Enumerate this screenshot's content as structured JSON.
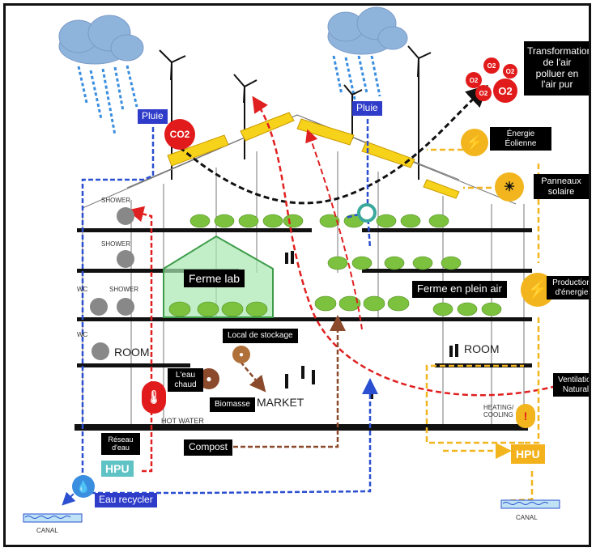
{
  "labels": {
    "transformation": "Transformation de l'air polluer en l'air pur",
    "co2": "CO2",
    "o2": "O2",
    "pluie_left": "Pluie",
    "pluie_right": "Pluie",
    "energie_eolienne": "Énergie Éolienne",
    "panneaux_solaire": "Panneaux solaire",
    "production_energie": "Production d'énergie",
    "ventilation": "Ventilation Natural",
    "ferme_lab": "Ferme lab",
    "ferme_plein_air": "Ferme en plein air",
    "local_stockage": "Local de stockage",
    "eau_chaud": "L'eau chaud",
    "biomasse": "Biomasse",
    "market": "MARKET",
    "compost": "Compost",
    "hot_water": "HOT WATER",
    "reseau_eau": "Réseau d'eau",
    "hpu_left": "HPU",
    "hpu_right": "HPU",
    "eau_recycler": "Eau recycler",
    "canal_left": "CANAL",
    "canal_right": "CANAL",
    "room_left": "ROOM",
    "room_right": "ROOM",
    "heating_cooling": "HEATING/ COOLING",
    "shower_1": "SHOWER",
    "shower_2": "SHOWER",
    "shower_3": "SHOWER",
    "wc_1": "WC",
    "wc_2": "WC"
  },
  "colors": {
    "cloud": "#8fb4dc",
    "rain": "#3a8ee0",
    "co2": "#e11b1b",
    "o2": "#e11b1b",
    "energy": "#f2b51e",
    "water": "#2a4fd0",
    "heat": "#e02020",
    "compost": "#8b4a2b",
    "greenhouse": "#a8e8b0",
    "plants": "#7cc23e"
  }
}
